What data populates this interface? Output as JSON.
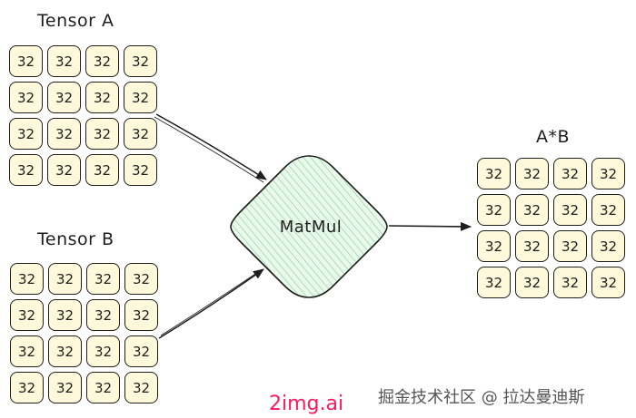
{
  "tensor_a": {
    "label": "Tensor A",
    "cells": [
      "32",
      "32",
      "32",
      "32",
      "32",
      "32",
      "32",
      "32",
      "32",
      "32",
      "32",
      "32",
      "32",
      "32",
      "32",
      "32"
    ]
  },
  "tensor_b": {
    "label": "Tensor B",
    "cells": [
      "32",
      "32",
      "32",
      "32",
      "32",
      "32",
      "32",
      "32",
      "32",
      "32",
      "32",
      "32",
      "32",
      "32",
      "32",
      "32"
    ]
  },
  "result": {
    "label": "A*B",
    "cells": [
      "32",
      "32",
      "32",
      "32",
      "32",
      "32",
      "32",
      "32",
      "32",
      "32",
      "32",
      "32",
      "32",
      "32",
      "32",
      "32"
    ]
  },
  "operation": {
    "label": "MatMul",
    "fill_color": "#b2f2bb"
  },
  "cell_fill_color": "#fff9db",
  "watermark": {
    "text": "掘金技术社区 @ 拉达曼迪斯",
    "site": "2img.ai",
    "site_color": "#ff1a5e"
  }
}
